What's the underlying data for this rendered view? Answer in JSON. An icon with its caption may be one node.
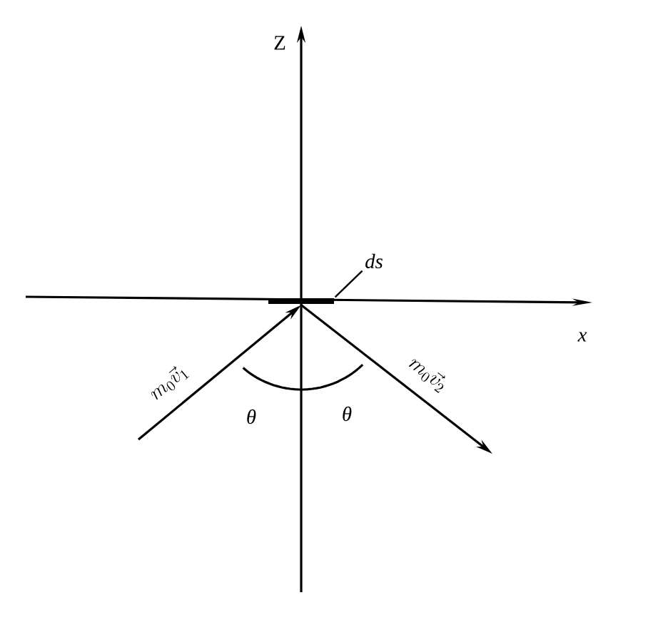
{
  "diagram": {
    "nodes": [
      {
        "text": [
          "ds"
        ]
      },
      {
        "text": [],
        "shape": "bar"
      }
    ],
    "edges": [
      {
        "from": 0,
        "to": 1,
        "arrow": "none"
      },
      {
        "from": null,
        "to": 1,
        "arrow": "to",
        "label": "m_0\\vec{v}_1"
      },
      {
        "from": 1,
        "to": null,
        "arrow": "to",
        "label": "m_0\\vec{v}_2"
      }
    ],
    "labels": [
      "Z",
      "x",
      "θ",
      "θ"
    ]
  }
}
